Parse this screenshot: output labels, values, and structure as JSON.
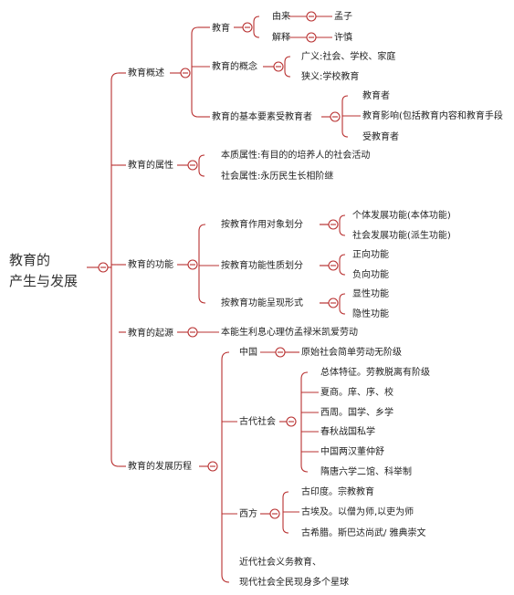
{
  "root": {
    "line1": "教育的",
    "line2": "产生与发展"
  },
  "colors": {
    "line": "#b83030",
    "text": "#222222"
  },
  "branches": {
    "overview": {
      "label": "教育概述",
      "jiaoyu": {
        "label": "教育",
        "youlai": "由来",
        "mengzi": "孟子",
        "jieshi": "解释",
        "xushen": "许慎"
      },
      "gainian": {
        "label": "教育的概念",
        "guangyi": "广义:社会、学校、家庭",
        "xiayi": "狭义:学校教育"
      },
      "yaosu": {
        "label": "教育的基本要素受教育者",
        "items": [
          "教育者",
          "教育影响(包括教育内容和教育手段",
          "受教育者"
        ]
      }
    },
    "attributes": {
      "label": "教育的属性",
      "items": [
        "本质属性:有目的的培养人的社会活动",
        "社会属性:永历民生长相阶继"
      ]
    },
    "functions": {
      "label": "教育的功能",
      "groups": [
        {
          "label": "按教育作用对象划分",
          "items": [
            "个体发展功能(本体功能)",
            "社会发展功能(派生功能)"
          ]
        },
        {
          "label": "按教育功能性质划分",
          "items": [
            "正向功能",
            "负向功能"
          ]
        },
        {
          "label": "按教育功能呈现形式",
          "items": [
            "显性功能",
            "隐性功能"
          ]
        }
      ]
    },
    "origin": {
      "label": "教育的起源",
      "item": "本能生利息心理仿孟禄米凯爱劳动"
    },
    "history": {
      "label": "教育的发展历程",
      "china": {
        "label": "中国",
        "item": "原始社会简单劳动无阶级"
      },
      "ancient": {
        "label": "古代社会",
        "items": [
          "总体特征。劳教脱离有阶级",
          "夏商。庠、序、校",
          "西周。国学、乡学",
          "春秋战国私学",
          "中国两汉董仲舒",
          "隋唐六学二馆、科举制"
        ]
      },
      "west": {
        "label": "西方",
        "items": [
          "古印度。宗教教育",
          "古埃及。以僧为师,以吏为师",
          "古希腊。斯巴达尚武/ 雅典崇文"
        ]
      },
      "modern": [
        "近代社会义务教育、",
        "现代社会全民现身多个星球"
      ]
    }
  }
}
